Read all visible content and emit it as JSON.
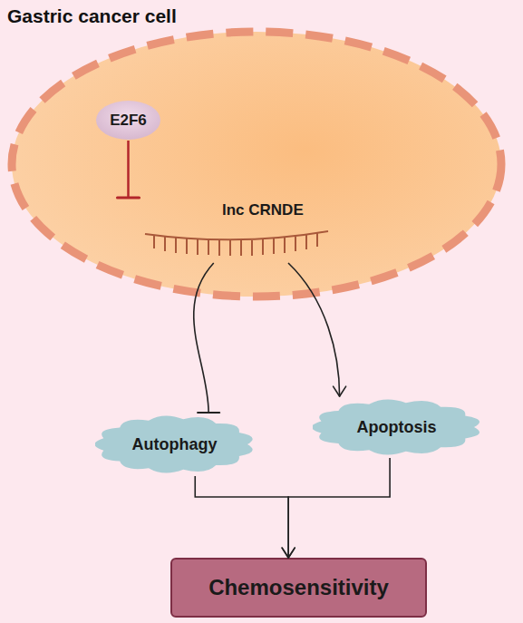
{
  "diagram": {
    "title": "Gastric cancer cell",
    "nodes": [
      {
        "text": [
          "E2F6"
        ]
      },
      {
        "text": [
          "lnc CRNDE"
        ]
      },
      {
        "text": [
          "Autophagy"
        ]
      },
      {
        "text": [
          "Apoptosis"
        ]
      },
      {
        "text": [
          "Chemosensitivity"
        ]
      }
    ],
    "edges": [
      {
        "from": 0,
        "to": 1,
        "arrow": "to"
      },
      {
        "from": 1,
        "to": 2,
        "arrow": "to"
      },
      {
        "from": 1,
        "to": 3,
        "arrow": "to"
      },
      {
        "from": 2,
        "to": 4,
        "arrow": "to"
      },
      {
        "from": 3,
        "to": 4,
        "arrow": "to"
      }
    ]
  }
}
